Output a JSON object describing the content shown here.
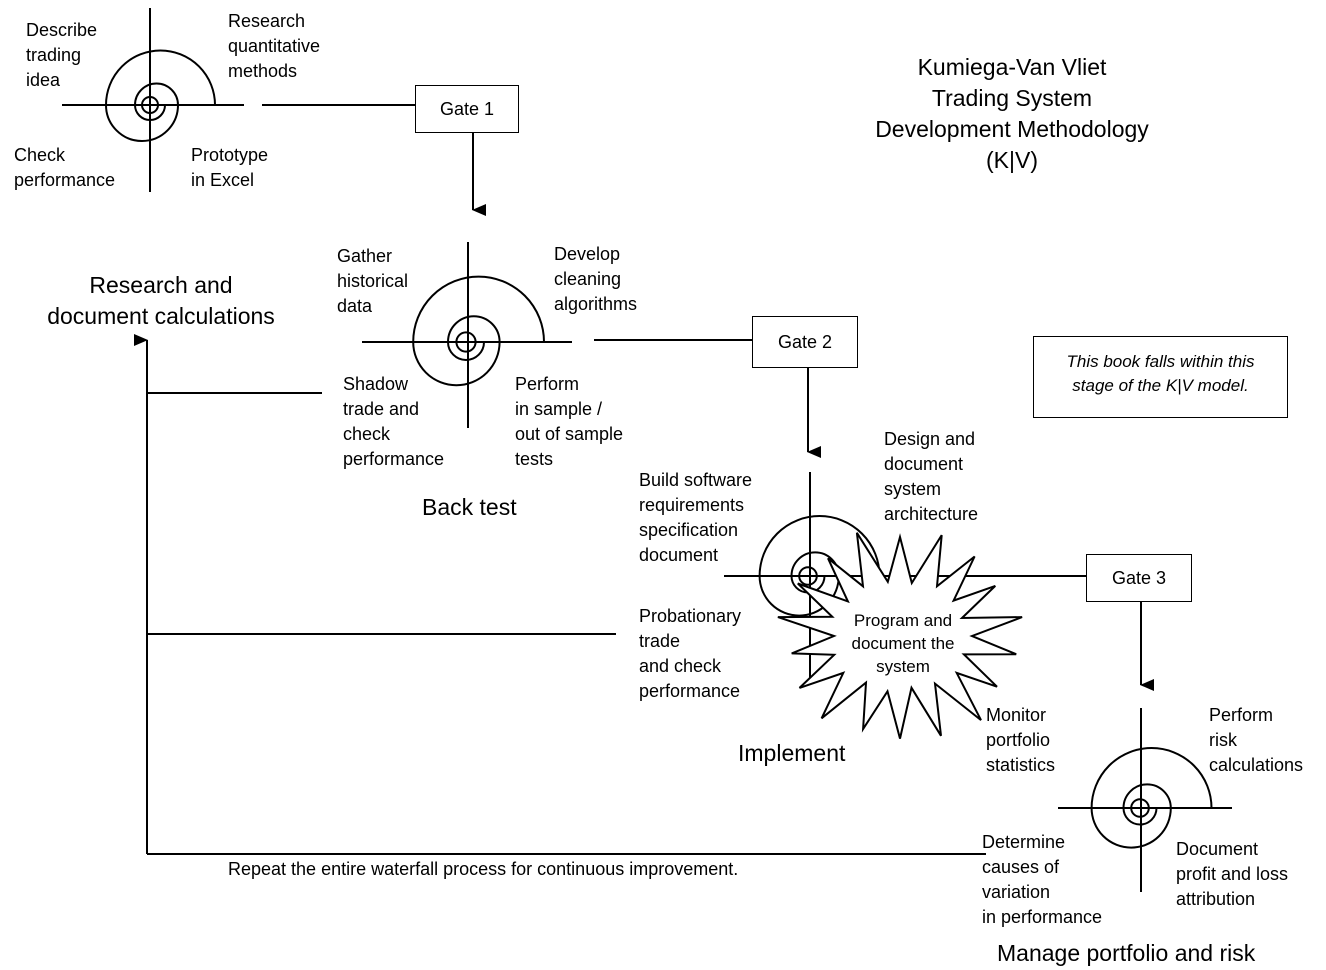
{
  "title": "Kumiega-Van Vliet\nTrading System\nDevelopment Methodology\n(K|V)",
  "note": "This book falls within this\nstage of the K|V model.",
  "loop_caption": "Repeat the entire waterfall process for continuous improvement.",
  "gates": [
    "Gate 1",
    "Gate 2",
    "Gate 3"
  ],
  "stages": {
    "research": {
      "name": "Research and\ndocument calculations",
      "q1": "Describe\ntrading\nidea",
      "q2": "Research\nquantitative\nmethods",
      "q3": "Prototype\nin Excel",
      "q4": "Check\nperformance"
    },
    "backtest": {
      "name": "Back test",
      "q1": "Gather\nhistorical\ndata",
      "q2": "Develop\ncleaning\nalgorithms",
      "q3": "Perform\nin sample /\nout of sample\ntests",
      "q4": "Shadow\ntrade and\ncheck\nperformance"
    },
    "implement": {
      "name": "Implement",
      "q1": "Build software\nrequirements\nspecification\ndocument",
      "q2": "Design and\ndocument\nsystem\narchitecture",
      "q3": "Program and\ndocument the\nsystem",
      "q4": "Probationary\ntrade\nand check\nperformance"
    },
    "manage": {
      "name": "Manage portfolio and risk",
      "q1": "Monitor\nportfolio\nstatistics",
      "q2": "Perform\nrisk\ncalculations",
      "q3": "Document\nprofit and loss\nattribution",
      "q4": "Determine\ncauses of\nvariation\nin performance"
    }
  }
}
